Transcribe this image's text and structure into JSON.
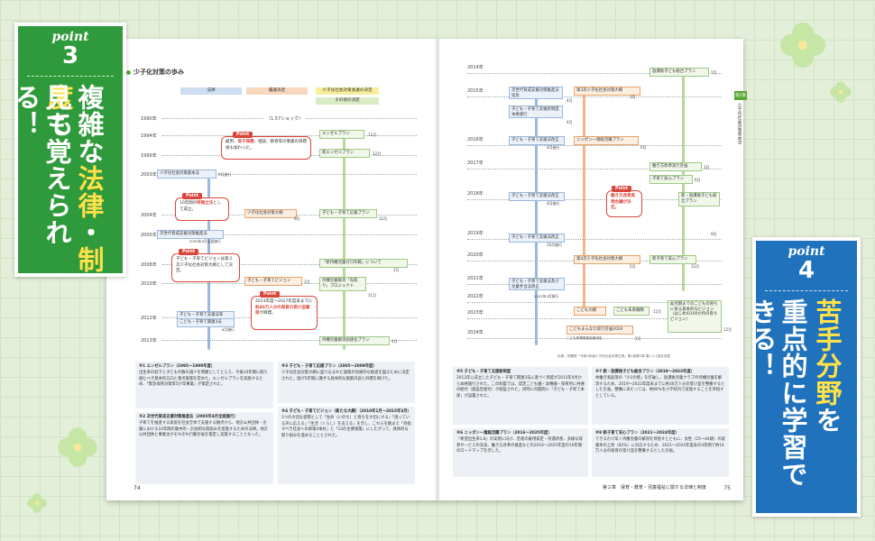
{
  "callout_left": {
    "point_word": "point",
    "point_num": "3",
    "line1": "複雑な法律・制度も",
    "line1_pre": "複雑な",
    "line1_hl1": "法律",
    "line1_mid": "・",
    "line1_hl2": "制度",
    "line1_post": "も",
    "line2": "見て覚えられる！"
  },
  "callout_right": {
    "point_word": "point",
    "point_num": "4",
    "line1_hl": "苦手分野",
    "line1_post": "を",
    "line2": "重点的に学習できる！"
  },
  "left_page": {
    "section_title": "少子化対策の歩み",
    "headers": {
      "law": "法律",
      "cabinet": "閣議決定",
      "council": "少子化社会対策会議の決定",
      "other": "その他の決定"
    },
    "years": [
      "1990年",
      "1994年",
      "1999年",
      "2003年",
      "2004年",
      "2005年",
      "2008年",
      "2010年",
      "2012年",
      "2013年"
    ],
    "shock": "〈1.57ショック〉",
    "nodes": {
      "angel": "エンゼルプラン",
      "angel_date": "12月",
      "newangel": "新エンゼルプラン",
      "newangel_date": "12月",
      "basic_law": "少子化社会対策基本法",
      "basic_law_date": "9月施行",
      "outline": "少子化社会対策大綱",
      "outline_date": "6月",
      "support_plan": "子ども・子育て応援プラン",
      "support_plan_date": "12月",
      "nextgen": "次世代育成支援対策推進法",
      "nextgen_date": "2005年4月全面施行",
      "zero": "「新待機児童ゼロ作戦」について",
      "zero_date": "2月",
      "vision": "子ども・子育てビジョン",
      "vision_date": "1月",
      "reform": "待機児童解消「先取り」プロジェクト",
      "reform_date": "11月",
      "three_laws_1": "子ども・子育て支援法等",
      "three_laws_2": "こども・子育て関連3法",
      "three_laws_date": "8月施行",
      "accel": "待機児童解消加速化プラン",
      "accel_date": "4月"
    },
    "points": {
      "tag": "Point",
      "p1_pre": "雇用、",
      "p1_hl": "母子保健",
      "p1_post": "、相談、教育等の事業の目標値も加わった。",
      "p2_pre": "10年間の",
      "p2_hl": "時限立法",
      "p2_post": "として成立。",
      "p3": "子ども・子育てビジョンは第２次少子化社会対策大綱として決定。",
      "p4_pre": "2013年度〜2017年度末までに",
      "p4_hl": "約40万人分の保育の受け皿確保",
      "p4_post": "が目標。"
    },
    "notes": [
      {
        "title": "※1 エンゼルプラン（1995〜1999年度）",
        "body": "出生率の低下と子どもの数の減少を問題としてとらえ、今後10年間に取り組むべき基本的方向と重点施策を定めた。エンゼルプランを実施するため、「緊急保育対策等5か年事業」が策定された。"
      },
      {
        "title": "※2 次世代育成支援対策推進法（2005年4月全面施行）",
        "body": "子育てを推進する家庭を社会全体で支援する観点から、地方公共団体・企業における10年間の集中的・計画的な取組みを促進するための法律。地方公共団体と事業主がそれぞれ行動計画を策定し実施することとなった。"
      },
      {
        "title": "※3 子ども・子育て応援プラン（2005〜2009年度）",
        "body": "少子化社会対策大綱に盛り込まれた施策の効果的な推進を図るために決定された。国が5年間に講ずる具体的な施策内容と目標を掲げた。"
      },
      {
        "title": "※4 子ども・子育てビジョン（新たな大綱）（2010年1月〜2015年3月）",
        "body": "3つの大切な姿勢として「生命（いのち）と育ちを大切にする」「困っている声に応える」「生活（くらし）を支える」を示し、これらを踏まえ「目指すべき社会への政策4本柱」と「12の主要施策」にしたがって、具体的な取り組みを進めることとされた。"
      }
    ],
    "page_number": "74"
  },
  "right_page": {
    "years": [
      "2014年",
      "2015年",
      "2016年",
      "2017年",
      "2018年",
      "2019年",
      "2020年",
      "2021年",
      "2022年",
      "2023年",
      "2024年"
    ],
    "nodes": {
      "afterschool": "放課後子ども総合プラン",
      "afterschool_date": "7月",
      "nextgen_ext": "次世代育成支援対策推進法延長",
      "nextgen_ext_date": "4月",
      "outline3": "第3次少子化社会対策大綱",
      "outline3_date": "3月",
      "new_system": "子ども・子育て支援新制度本格施行",
      "new_system_date": "4月",
      "law_rev2016": "子ども・子育て支援法改正",
      "law_rev2016_date": "4月施行",
      "ichioku": "ニッポン一億総活躍プラン",
      "ichioku_date": "6月",
      "workstyle": "働き方改革実行計画",
      "workstyle_date": "3月",
      "anshin": "子育て安心プラン",
      "anshin_date": "6月",
      "law_rev2018": "子ども・子育て支援法改正",
      "law_rev2018_date": "4月施行",
      "new_afterschool": "新・放課後子ども総合プラン",
      "new_afterschool_date": "9月",
      "law_rev2019": "子ども・子育て支援法改正",
      "law_rev2019_date": "10月施行",
      "outline4": "第4次少子化社会対策大綱",
      "outline4_date": "5月",
      "new_anshin": "新子育て安心プラン",
      "new_anshin_date": "12月",
      "law_rev2021": "子ども・子育て支援法及び児童手当法改正",
      "law_rev2021_date": "2022年4月施行",
      "kodomo_taiko": "こども大綱",
      "kodomo_future": "こども未来戦略",
      "kodomo_future_date": "12月",
      "vision_young": "幼児期までのこどもの育ちに係る基本的なビジョン（はじめの100か月の育ちビジョン）",
      "vision_young_date": "12月",
      "kodomo_plan": "こどもまんなか実行計画2024",
      "kodomo_plan_date": "5月",
      "kodomo_plan_sub": "こども政策推進会議決定",
      "kodomo_plan_date2": "12月"
    },
    "points": {
      "tag": "Point",
      "p5": "働き方改革実現会議が決定。"
    },
    "source": "出典：内閣府「令和4年版少子化社会対策白書」第1部第1章 第1-2-1図を改変",
    "notes": [
      {
        "title": "※5 子ども・子育て支援新制度",
        "body": "2012年に成立した子ども・子育て関連3法に基づく制度が2015年4月から本格施行された。この制度では、認定こども園・幼稚園・保育所に共通の給付（施設型給付）が創設された。同時に内閣府に「子ども・子育て本部」が設置された。"
      },
      {
        "title": "※6 ニッポン一億総活躍プラン（2016〜2025年度）",
        "body": "「希望出生率1.8」の実現に向け、若者の雇用安定・待遇改善、多様な保育サービスの充実、働き方改革の推進などの2016〜2025年度の10年間のロードマップを示した。"
      },
      {
        "title": "※7 新・放課後子ども総合プラン（2019〜2023年度）",
        "body": "共働き家庭等の「小1の壁」を打破し、放課後児童クラブの待機児童を解消するため、2019〜2023年度末までに約30万人分の受け皿を整備するとした計画。整備にあたっては、約80%を小学校内で実施することを目指すとしている。"
      },
      {
        "title": "※8 新子育て安心プラン（2021〜2024年度）",
        "body": "できるだけ早く待機児童の解消を目指すとともに、女性（25〜44歳）の就業率の上昇（82%）に対応するため、2021〜2024年度末の4年間で約14万人分の保育の受け皿を整備するとした計画。"
      }
    ],
    "chapter_tab": "第2章",
    "chapter_side": "少子化社会対策基本法",
    "footer_chapter": "第２章　保育・教育・児童福祉に関する法律と制度",
    "page_number": "75"
  }
}
